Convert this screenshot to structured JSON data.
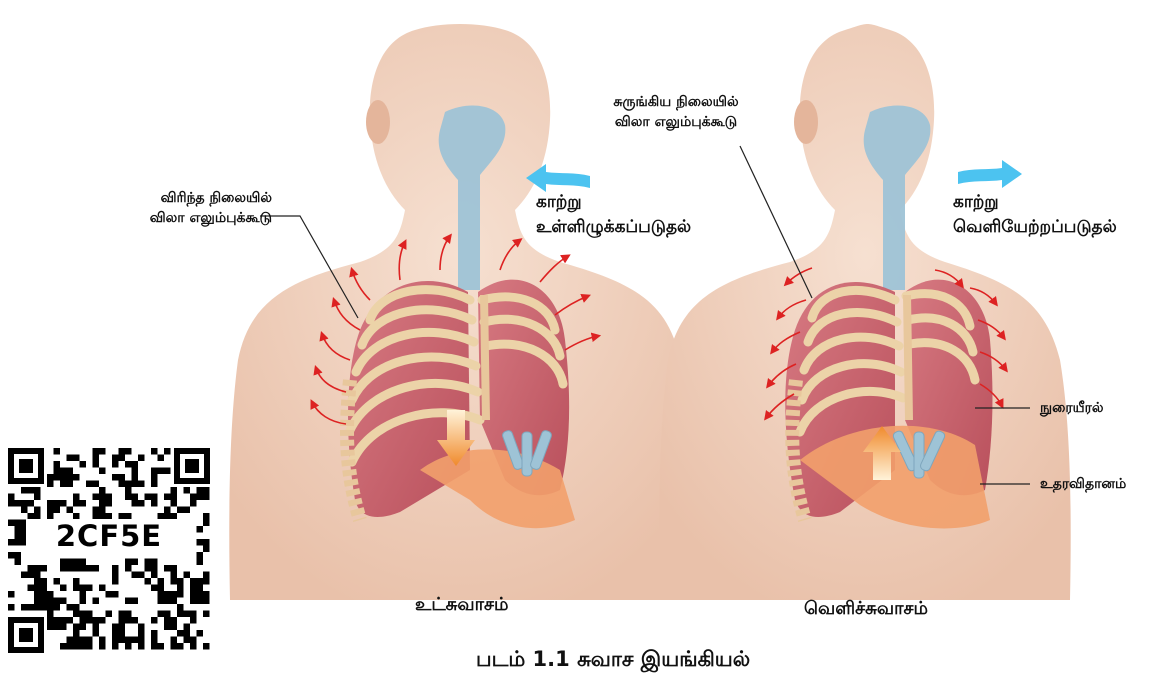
{
  "inhale": {
    "expanded_label_line1": "விரிந்த நிலையில்",
    "expanded_label_line2": "விலா எலும்புக்கூடு",
    "air_line1": "காற்று",
    "air_line2": "உள்ளிழுக்கப்படுதல்",
    "caption": "உட்சுவாசம்"
  },
  "exhale": {
    "contracted_label_line1": "சுருங்கிய நிலையில்",
    "contracted_label_line2": "விலா எலும்புக்கூடு",
    "air_line1": "காற்று",
    "air_line2": "வெளியேற்றப்படுதல்",
    "lung_label": "நுரையீரல்",
    "diaphragm_label": "உதரவிதானம்",
    "caption": "வெளிச்சுவாசம்"
  },
  "qr": {
    "text": "2CF5E"
  },
  "figure_caption": "படம் 1.1 சுவாச இயங்கியல்",
  "colors": {
    "skin": "#f2d3c0",
    "lung": "#c9646e",
    "rib": "#ecd3a8",
    "trachea": "#9ec3d6",
    "diaphragm": "#f2a06c",
    "air_arrow": "#4cc3f0",
    "motion_arrow": "#dd2222"
  }
}
